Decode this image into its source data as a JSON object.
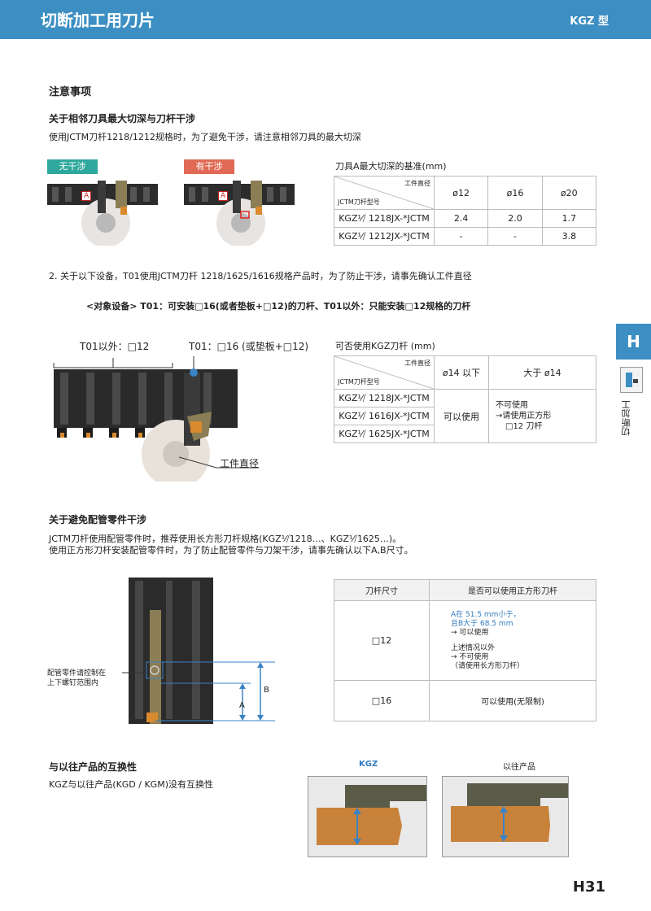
{
  "header": {
    "title": "切断加工用刀片",
    "series": "KGZ 型"
  },
  "side_tab": {
    "letter": "H",
    "label": "切断加工"
  },
  "page_number": "H31",
  "notice": {
    "heading": "注意事项"
  },
  "section1": {
    "heading": "关于相邻刀具最大切深与刀杆干涉",
    "desc": "使用JCTM刀杆1218/1212规格时，为了避免干涉，请注意相邻刀具的最大切深",
    "badge_ok": "无干涉",
    "badge_ng": "有干涉",
    "label_a": "A",
    "table_title": "刀具A最大切深的基准(mm)",
    "corner_top": "工件直径",
    "corner_bottom": "JCTM刀杆型号",
    "columns": [
      "ø12",
      "ø16",
      "ø20"
    ],
    "rows": [
      {
        "model": "KGZ¹⁄⧸ 1218JX-*JCTM",
        "values": [
          "2.4",
          "2.0",
          "1.7"
        ]
      },
      {
        "model": "KGZ¹⁄⧸ 1212JX-*JCTM",
        "values": [
          "-",
          "-",
          "3.8"
        ]
      }
    ]
  },
  "section2": {
    "heading": "2. 关于以下设备，T01使用JCTM刀杆 1218/1625/1616规格产品时，为了防止干涉，请事先确认工件直径",
    "target": "<对象设备> T01：可安装□16(或者垫板+□12)的刀杆、T01以外：只能安装□12规格的刀杆",
    "label_other": "T01以外：□12",
    "label_t01": "T01：□16 (或垫板+□12)",
    "label_workpiece": "工件直径",
    "table_title": "可否使用KGZ刀杆 (mm)",
    "corner_top": "工件直径",
    "corner_bottom": "JCTM刀杆型号",
    "columns": [
      "ø14 以下",
      "大于 ø14"
    ],
    "models": [
      "KGZ¹⁄⧸ 1218JX-*JCTM",
      "KGZ¹⁄⧸ 1616JX-*JCTM",
      "KGZ¹⁄⧸ 1625JX-*JCTM"
    ],
    "usable": "可以使用",
    "not_usable": [
      "不可使用",
      "→请使用正方形",
      "□12 刀杆"
    ]
  },
  "section3": {
    "heading": "关于避免配管零件干涉",
    "desc1": "JCTM刀杆使用配管零件时，推荐使用长方形刀杆规格(KGZ¹⁄⧸1218…、KGZ¹⁄⧸1625…)。",
    "desc2": "使用正方形刀杆安装配管零件时，为了防止配管零件与刀架干涉，请事先确认以下A,B尺寸。",
    "callout": [
      "配管零件请控制在",
      "上下螺钉范围内"
    ],
    "label_a": "A",
    "label_b": "B",
    "col1": "刀杆尺寸",
    "col2": "是否可以使用正方形刀杆",
    "row1_size": "□12",
    "row1_cond": [
      "A在 51.5 mm小于，",
      "且B大于 68.5 mm"
    ],
    "row1_ok": "→ 可以使用",
    "row1_else": [
      "上述情况以外",
      "→ 不可使用",
      "（请使用长方形刀杆）"
    ],
    "row2_size": "□16",
    "row2_val": "可以使用(无限制)"
  },
  "section4": {
    "heading": "与以往产品的互换性",
    "desc": "KGZ与以往产品(KGD / KGM)没有互换性",
    "label_kgz": "KGZ",
    "label_old": "以往产品"
  },
  "colors": {
    "brand": "#3d8fc3",
    "ok": "#2fa89d",
    "ng": "#e06a55",
    "orange": "#d98a2c",
    "arrow": "#3a83c5"
  }
}
